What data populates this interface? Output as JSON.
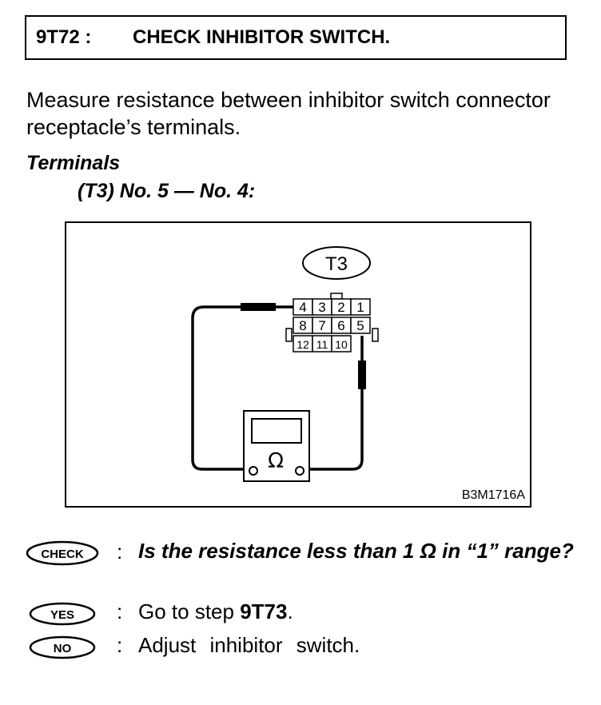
{
  "header": {
    "step_id": "9T72 :",
    "title": "CHECK INHIBITOR SWITCH."
  },
  "intro_text": "Measure resistance between inhibitor switch connector receptacle’s terminals.",
  "terminals": {
    "heading": "Terminals",
    "spec": "(T3) No. 5 — No. 4:"
  },
  "figure": {
    "connector_label": "T3",
    "pins_row1": [
      "4",
      "3",
      "2",
      "1"
    ],
    "pins_row2": [
      "8",
      "7",
      "6",
      "5"
    ],
    "pins_row3": [
      "12",
      "11",
      "10"
    ],
    "meter_symbol": "Ω",
    "figure_code": "B3M1716A"
  },
  "check": {
    "badge": "CHECK",
    "colon": ":",
    "question": "Is the resistance less than 1 Ω in “1” range?"
  },
  "yes": {
    "badge": "YES",
    "colon": ":",
    "text_prefix": "Go to step ",
    "step_ref": "9T73",
    "text_suffix": "."
  },
  "no": {
    "badge": "NO",
    "colon": ":",
    "text": "Adjust inhibitor switch."
  }
}
